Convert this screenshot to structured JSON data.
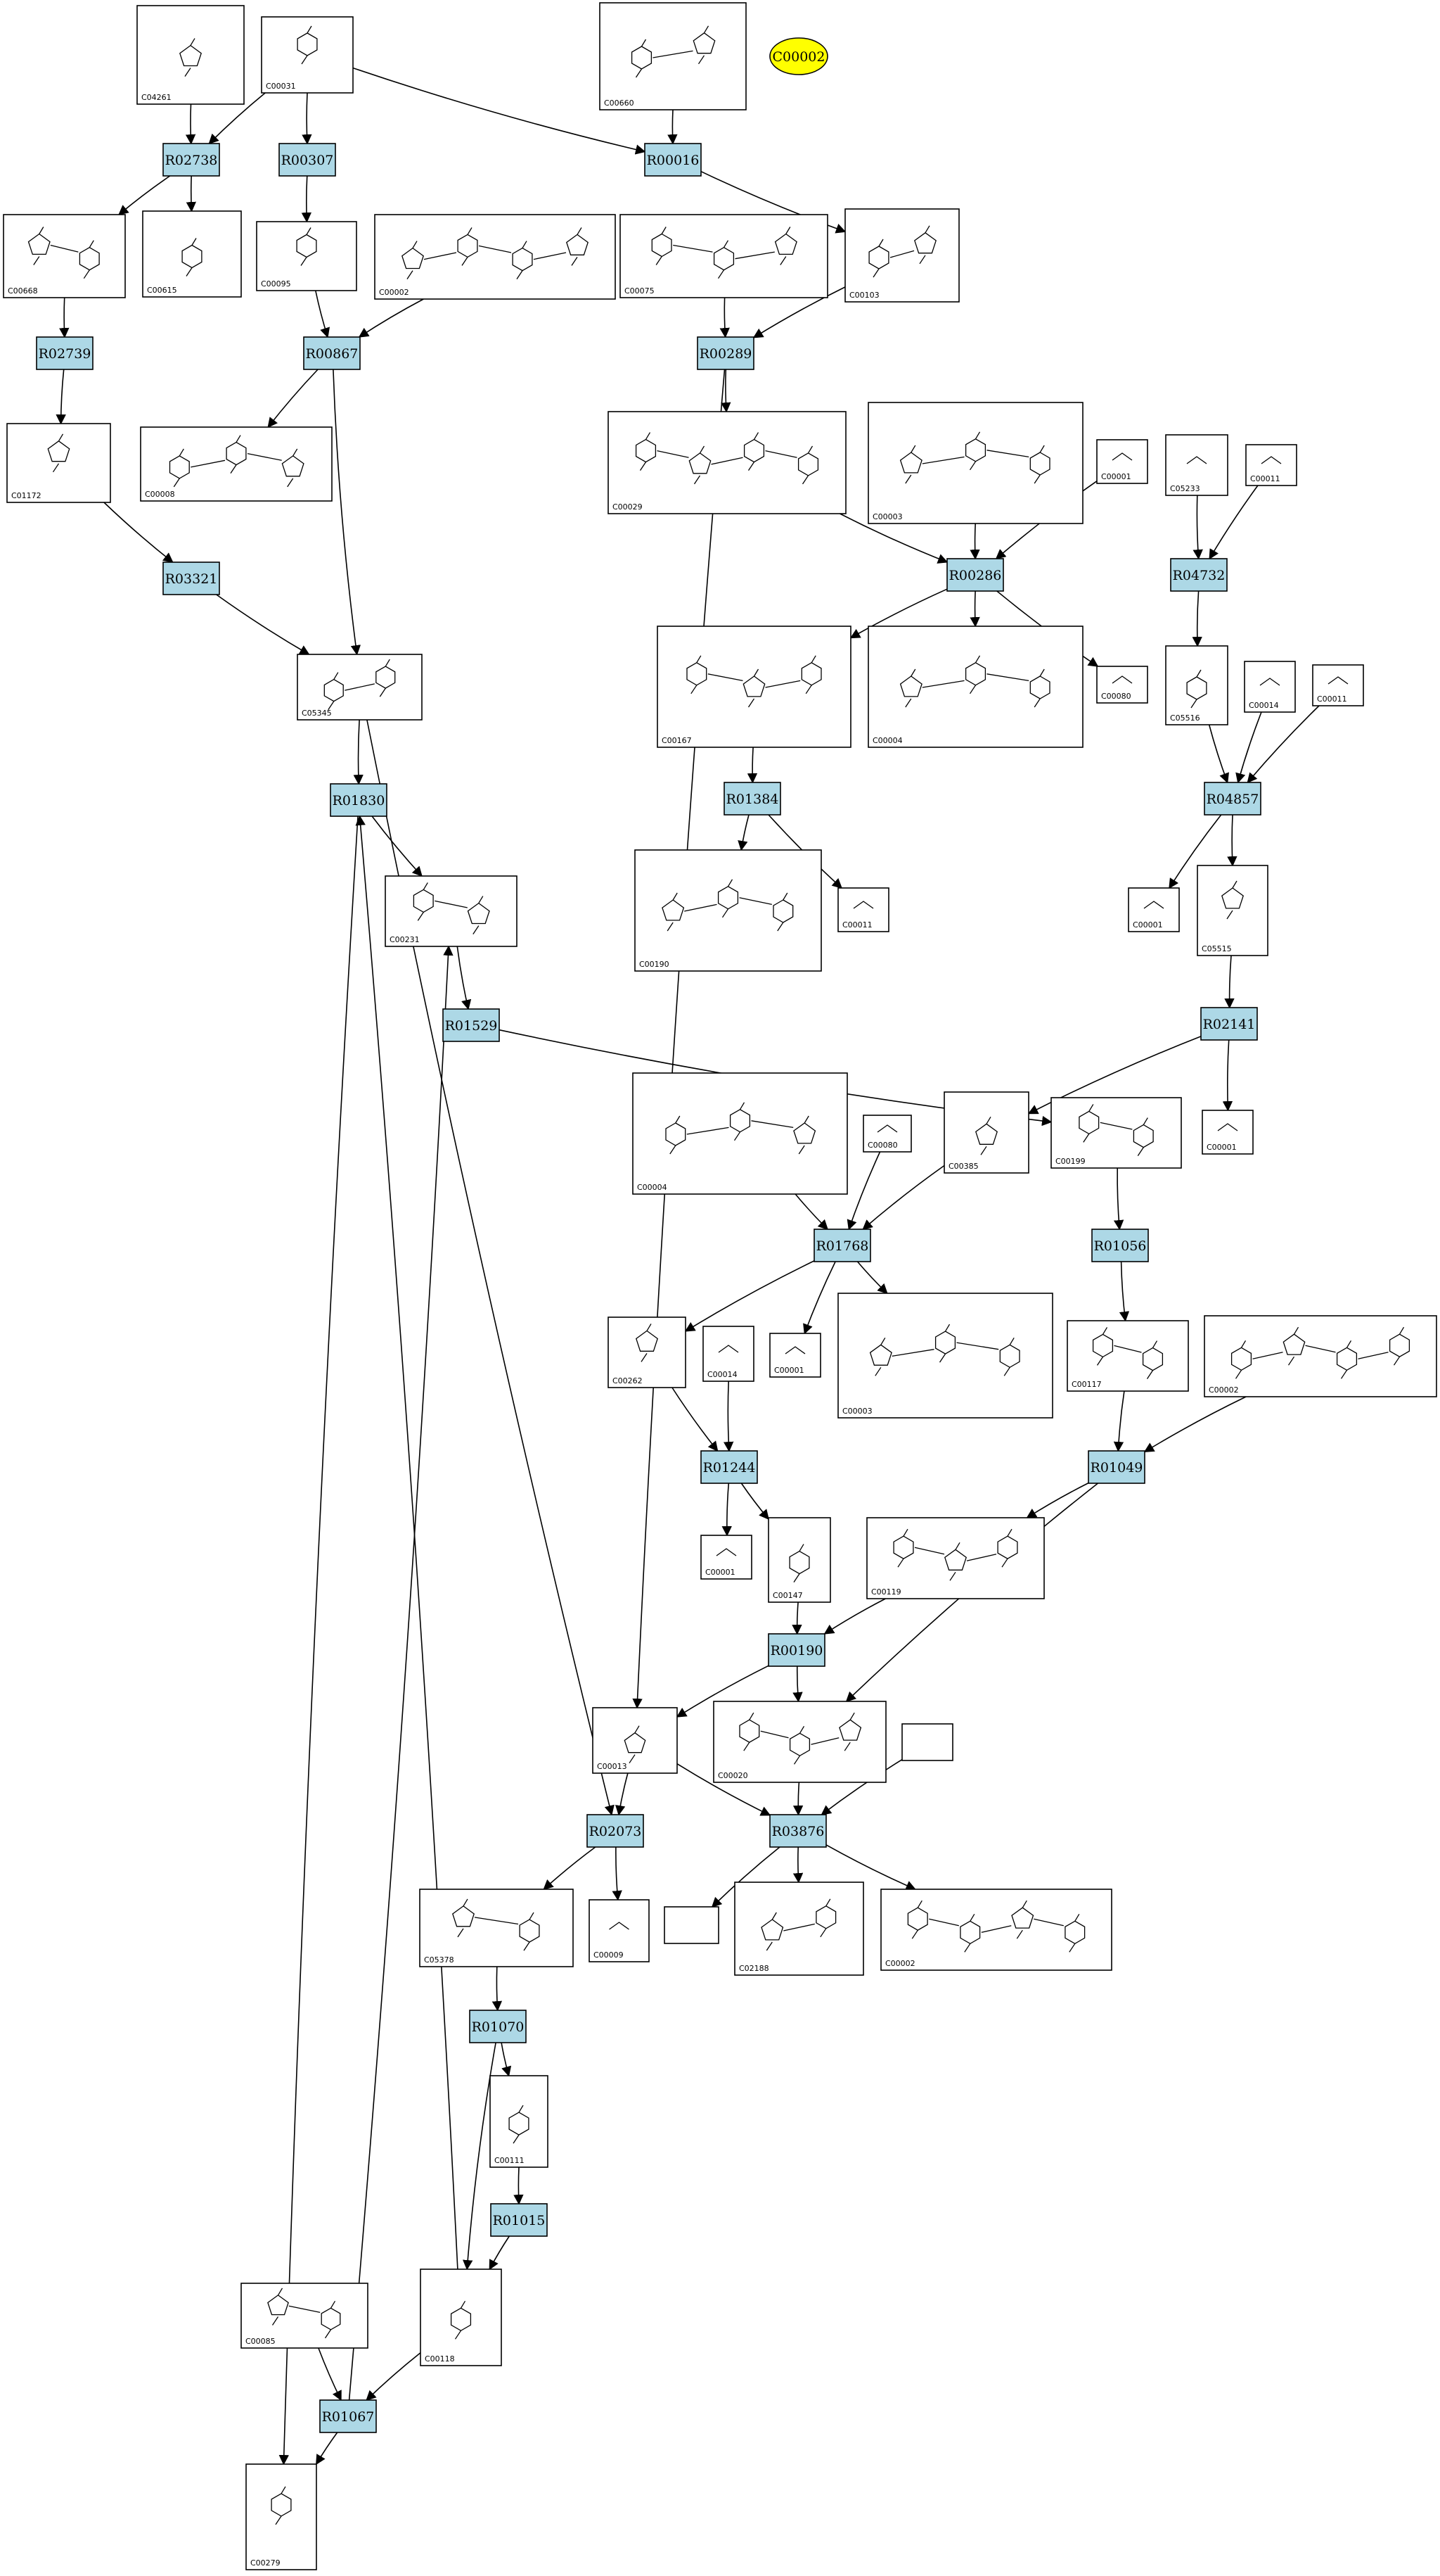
{
  "highlight": {
    "label": "C00002",
    "color": "#ffff00"
  },
  "colors": {
    "reaction_fill": "#add8e6",
    "compound_fill": "#ffffff",
    "edge": "#000000"
  },
  "reactions": [
    {
      "id": "R02738"
    },
    {
      "id": "R00307"
    },
    {
      "id": "R00016"
    },
    {
      "id": "R02739"
    },
    {
      "id": "R00867"
    },
    {
      "id": "R00289"
    },
    {
      "id": "R00286"
    },
    {
      "id": "R04732"
    },
    {
      "id": "R03321"
    },
    {
      "id": "R01830"
    },
    {
      "id": "R01384"
    },
    {
      "id": "R04857"
    },
    {
      "id": "R01529"
    },
    {
      "id": "R02141"
    },
    {
      "id": "R01768"
    },
    {
      "id": "R01056"
    },
    {
      "id": "R01244"
    },
    {
      "id": "R01049"
    },
    {
      "id": "R00190"
    },
    {
      "id": "R02073"
    },
    {
      "id": "R03876"
    },
    {
      "id": "R01070"
    },
    {
      "id": "R01015"
    },
    {
      "id": "R01067"
    }
  ],
  "compounds": [
    {
      "id": "C04261",
      "label": "C04261"
    },
    {
      "id": "C00031",
      "label": "C00031"
    },
    {
      "id": "C00660",
      "label": "C00660"
    },
    {
      "id": "C00668",
      "label": "C00668"
    },
    {
      "id": "C00615",
      "label": "C00615"
    },
    {
      "id": "C00095",
      "label": "C00095"
    },
    {
      "id": "C00002a",
      "label": "C00002"
    },
    {
      "id": "C00075",
      "label": "C00075"
    },
    {
      "id": "C00103",
      "label": "C00103"
    },
    {
      "id": "C01172",
      "label": "C01172"
    },
    {
      "id": "C00008",
      "label": "C00008"
    },
    {
      "id": "C00029",
      "label": "C00029"
    },
    {
      "id": "C00003a",
      "label": "C00003"
    },
    {
      "id": "C00001a",
      "label": "C00001"
    },
    {
      "id": "C05233",
      "label": "C05233"
    },
    {
      "id": "C00011a",
      "label": "C00011"
    },
    {
      "id": "C05345",
      "label": "C05345"
    },
    {
      "id": "C00167",
      "label": "C00167"
    },
    {
      "id": "C00004a",
      "label": "C00004"
    },
    {
      "id": "C00080a",
      "label": "C00080"
    },
    {
      "id": "C05516",
      "label": "C05516"
    },
    {
      "id": "C00014a",
      "label": "C00014"
    },
    {
      "id": "C00011b",
      "label": "C00011"
    },
    {
      "id": "C00231",
      "label": "C00231"
    },
    {
      "id": "C00190",
      "label": "C00190"
    },
    {
      "id": "C00011c",
      "label": "C00011"
    },
    {
      "id": "C00001b",
      "label": "C00001"
    },
    {
      "id": "C05515",
      "label": "C05515"
    },
    {
      "id": "C00004b",
      "label": "C00004"
    },
    {
      "id": "C00080b",
      "label": "C00080"
    },
    {
      "id": "C00385",
      "label": "C00385"
    },
    {
      "id": "C00199",
      "label": "C00199"
    },
    {
      "id": "C00001c",
      "label": "C00001"
    },
    {
      "id": "C00262",
      "label": "C00262"
    },
    {
      "id": "C00014b",
      "label": "C00014"
    },
    {
      "id": "C00001d",
      "label": "C00001"
    },
    {
      "id": "C00003b",
      "label": "C00003"
    },
    {
      "id": "C00117",
      "label": "C00117"
    },
    {
      "id": "C00002b",
      "label": "C00002"
    },
    {
      "id": "C00001e",
      "label": "C00001"
    },
    {
      "id": "C00147",
      "label": "C00147"
    },
    {
      "id": "C00119",
      "label": "C00119"
    },
    {
      "id": "C00013",
      "label": "C00013"
    },
    {
      "id": "C00020",
      "label": "C00020"
    },
    {
      "id": "BLANK1",
      "label": ""
    },
    {
      "id": "C05378",
      "label": "C05378"
    },
    {
      "id": "C00009",
      "label": "C00009"
    },
    {
      "id": "BLANK2",
      "label": ""
    },
    {
      "id": "C02188",
      "label": "C02188"
    },
    {
      "id": "C00002c",
      "label": "C00002"
    },
    {
      "id": "C00111",
      "label": "C00111"
    },
    {
      "id": "C00085",
      "label": "C00085"
    },
    {
      "id": "C00118",
      "label": "C00118"
    },
    {
      "id": "C00279",
      "label": "C00279"
    }
  ],
  "edges": [
    [
      "C04261",
      "R02738"
    ],
    [
      "C00031",
      "R02738"
    ],
    [
      "C00031",
      "R00307"
    ],
    [
      "C00031",
      "R00016"
    ],
    [
      "C00660",
      "R00016"
    ],
    [
      "R02738",
      "C00668"
    ],
    [
      "R02738",
      "C00615"
    ],
    [
      "R00307",
      "C00095"
    ],
    [
      "R00016",
      "C00103"
    ],
    [
      "C00668",
      "R02739"
    ],
    [
      "C00095",
      "R00867"
    ],
    [
      "C00002a",
      "R00867"
    ],
    [
      "C00075",
      "R00289"
    ],
    [
      "C00103",
      "R00289"
    ],
    [
      "R02739",
      "C01172"
    ],
    [
      "R00867",
      "C00008"
    ],
    [
      "R00867",
      "C05345"
    ],
    [
      "R00289",
      "C00029"
    ],
    [
      "R00289",
      "C00013"
    ],
    [
      "C01172",
      "R03321"
    ],
    [
      "C00029",
      "R00286"
    ],
    [
      "C00003a",
      "R00286"
    ],
    [
      "C00001a",
      "R00286"
    ],
    [
      "C05233",
      "R04732"
    ],
    [
      "C00011a",
      "R04732"
    ],
    [
      "R03321",
      "C05345"
    ],
    [
      "R00286",
      "C00167"
    ],
    [
      "R00286",
      "C00004a"
    ],
    [
      "R00286",
      "C00080a"
    ],
    [
      "R04732",
      "C05516"
    ],
    [
      "C05345",
      "R01830"
    ],
    [
      "C05345",
      "R02073"
    ],
    [
      "C00167",
      "R01384"
    ],
    [
      "C05516",
      "R04857"
    ],
    [
      "C00014a",
      "R04857"
    ],
    [
      "C00011b",
      "R04857"
    ],
    [
      "R01830",
      "C00231"
    ],
    [
      "R01830",
      "C00279"
    ],
    [
      "R01384",
      "C00190"
    ],
    [
      "R01384",
      "C00011c"
    ],
    [
      "R04857",
      "C00001b"
    ],
    [
      "R04857",
      "C05515"
    ],
    [
      "C00231",
      "R01529"
    ],
    [
      "C05515",
      "R02141"
    ],
    [
      "R01529",
      "C00199"
    ],
    [
      "R02141",
      "C00385"
    ],
    [
      "R02141",
      "C00001c"
    ],
    [
      "C00004b",
      "R01768"
    ],
    [
      "C00080b",
      "R01768"
    ],
    [
      "C00385",
      "R01768"
    ],
    [
      "C00199",
      "R01056"
    ],
    [
      "R01768",
      "C00262"
    ],
    [
      "R01768",
      "C00001d"
    ],
    [
      "R01768",
      "C00003b"
    ],
    [
      "R01056",
      "C00117"
    ],
    [
      "C00262",
      "R01244"
    ],
    [
      "C00014b",
      "R01244"
    ],
    [
      "C00117",
      "R01049"
    ],
    [
      "C00002b",
      "R01049"
    ],
    [
      "R01244",
      "C00001e"
    ],
    [
      "R01244",
      "C00147"
    ],
    [
      "R01049",
      "C00119"
    ],
    [
      "R01049",
      "C00020"
    ],
    [
      "C00147",
      "R00190"
    ],
    [
      "C00119",
      "R00190"
    ],
    [
      "R00190",
      "C00013"
    ],
    [
      "R00190",
      "C00020"
    ],
    [
      "C00013",
      "R02073"
    ],
    [
      "C00013",
      "R03876"
    ],
    [
      "C00020",
      "R03876"
    ],
    [
      "BLANK1",
      "R03876"
    ],
    [
      "R02073",
      "C05378"
    ],
    [
      "R02073",
      "C00009"
    ],
    [
      "R03876",
      "BLANK2"
    ],
    [
      "R03876",
      "C02188"
    ],
    [
      "R03876",
      "C00002c"
    ],
    [
      "C05378",
      "R01070"
    ],
    [
      "R01070",
      "C00111"
    ],
    [
      "R01070",
      "C00118"
    ],
    [
      "C00111",
      "R01015"
    ],
    [
      "R01015",
      "C00118"
    ],
    [
      "C00085",
      "R01067"
    ],
    [
      "C00118",
      "R01067"
    ],
    [
      "C00118",
      "R01830"
    ],
    [
      "R01067",
      "C00279"
    ],
    [
      "R01067",
      "C00231"
    ]
  ]
}
